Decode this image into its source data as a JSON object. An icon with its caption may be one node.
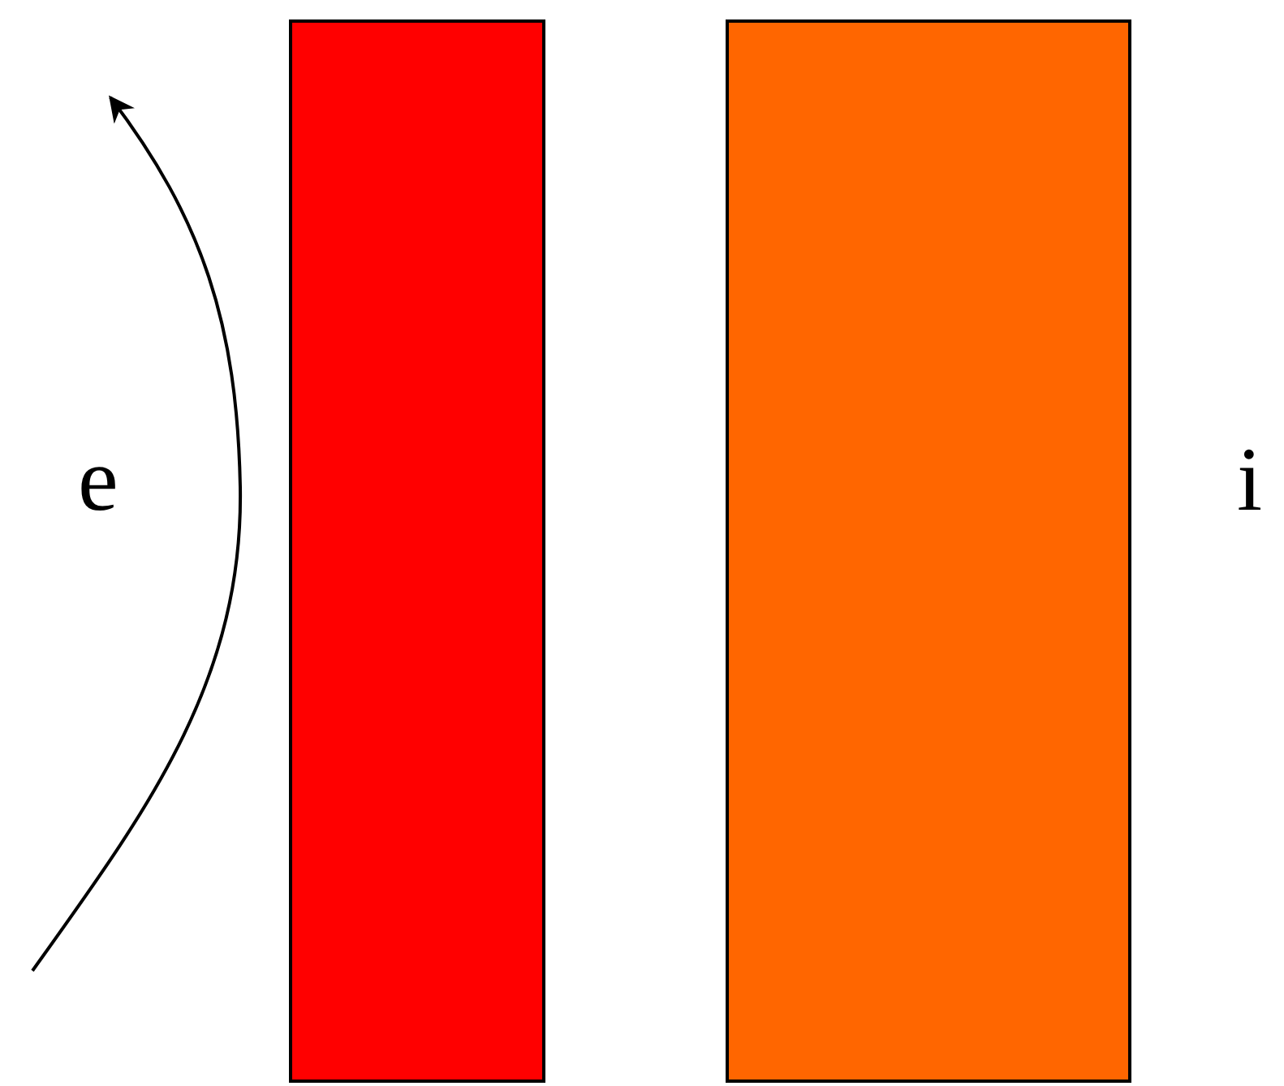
{
  "diagram": {
    "nodes": [
      {
        "text": [],
        "shape": "bar"
      },
      {
        "text": [],
        "shape": "bar"
      }
    ],
    "labels": [
      "e",
      "i"
    ]
  }
}
